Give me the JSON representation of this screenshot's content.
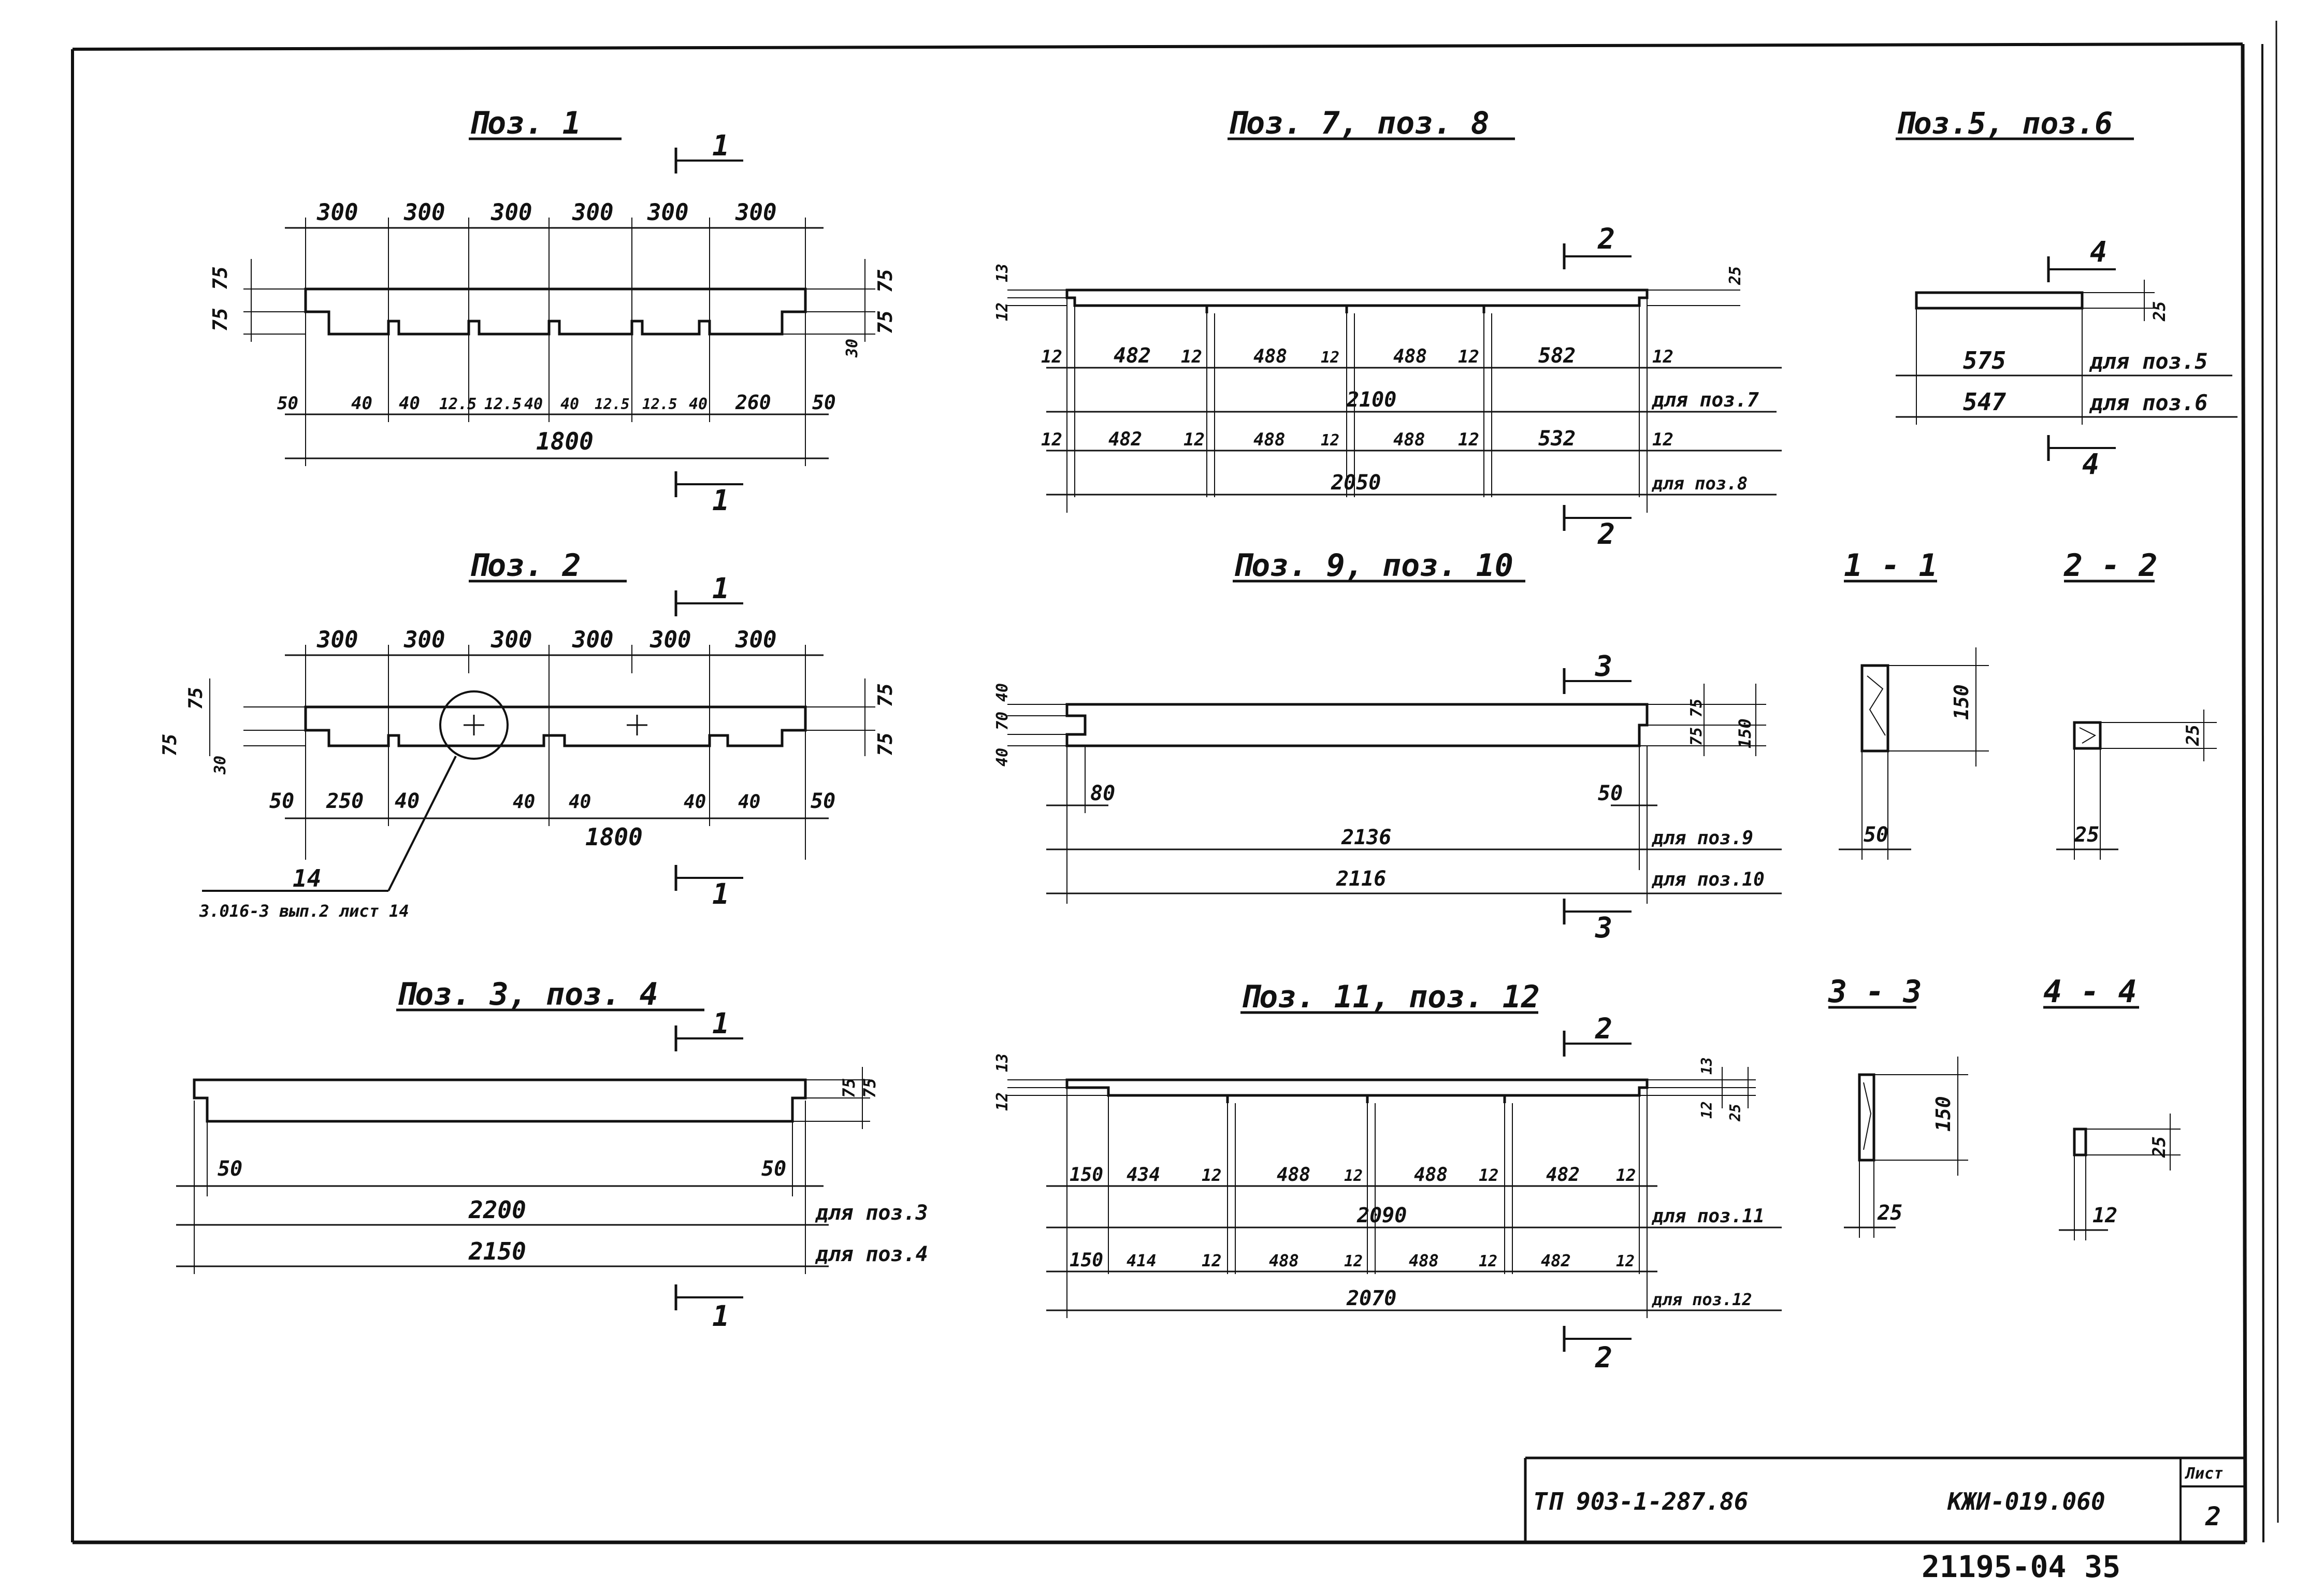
{
  "sheet": {
    "doc_code": "ТП 903-1-287.86",
    "sheet_code": "КЖИ-019.060",
    "sheet_label": "Лист",
    "sheet_number": "2",
    "stamp": "21195-04 35"
  },
  "views": {
    "p1": {
      "title": "Поз. 1",
      "top_dims": [
        "300",
        "300",
        "300",
        "300",
        "300",
        "300"
      ],
      "bottom_dims": [
        "50",
        "40",
        "40",
        "12.5",
        "12.5",
        "40",
        "40",
        "12.5",
        "12.5",
        "40",
        "260",
        "50"
      ],
      "left_dims": [
        "75",
        "75"
      ],
      "right_dims": [
        "75",
        "75",
        "30"
      ],
      "total": "1800",
      "section_mark": "1"
    },
    "p2": {
      "title": "Поз. 2",
      "top_dims": [
        "300",
        "300",
        "300",
        "300",
        "300",
        "300"
      ],
      "bottom_dims": [
        "50",
        "250",
        "40",
        "40",
        "40",
        "40",
        "40",
        "50"
      ],
      "left_dims": [
        "75",
        "75",
        "30"
      ],
      "right_dims": [
        "75",
        "75"
      ],
      "total": "1800",
      "callout_num": "14",
      "callout_ref": "3.016-3 вып.2 лист 14",
      "section_mark": "1"
    },
    "p34": {
      "title": "Поз. 3, поз. 4",
      "side_dims": [
        "75",
        "75"
      ],
      "bottom_dims": [
        "50",
        "50"
      ],
      "total_a": "2200",
      "total_a_note": "для поз.3",
      "total_b": "2150",
      "total_b_note": "для поз.4",
      "section_mark": "1"
    },
    "p78": {
      "title": "Поз. 7, поз. 8",
      "left_dims": [
        "13",
        "12"
      ],
      "right_dim": "25",
      "row_a": [
        "12",
        "482",
        "12",
        "488",
        "12",
        "488",
        "12",
        "582",
        "12"
      ],
      "total_a": "2100",
      "total_a_note": "для поз.7",
      "row_b": [
        "12",
        "482",
        "12",
        "488",
        "12",
        "488",
        "12",
        "532",
        "12"
      ],
      "total_b": "2050",
      "total_b_note": "для поз.8",
      "section_mark": "2"
    },
    "p910": {
      "title": "Поз. 9, поз. 10",
      "left_dims": [
        "40",
        "70",
        "40"
      ],
      "right_dims": [
        "75",
        "75",
        "150"
      ],
      "small_left": "80",
      "small_right": "50",
      "total_a": "2136",
      "total_a_note": "для поз.9",
      "total_b": "2116",
      "total_b_note": "для поз.10",
      "section_mark": "3"
    },
    "p1112": {
      "title": "Поз. 11, поз. 12",
      "left_dims": [
        "13",
        "12"
      ],
      "right_dims": [
        "13",
        "12",
        "25"
      ],
      "row_a": [
        "150",
        "434",
        "12",
        "488",
        "12",
        "488",
        "12",
        "482",
        "12"
      ],
      "total_a": "2090",
      "total_a_note": "для поз.11",
      "row_b": [
        "150",
        "414",
        "12",
        "488",
        "12",
        "488",
        "12",
        "482",
        "12"
      ],
      "total_b": "2070",
      "total_b_note": "для поз.12",
      "section_mark": "2"
    },
    "p56": {
      "title": "Поз.5, поз.6",
      "side_dim": "25",
      "total_a": "575",
      "total_a_note": "для поз.5",
      "total_b": "547",
      "total_b_note": "для поз.6",
      "section_mark": "4"
    }
  },
  "sections": {
    "s11": {
      "title": "1 - 1",
      "height": "150",
      "width": "50"
    },
    "s22": {
      "title": "2 - 2",
      "height": "25",
      "width": "25"
    },
    "s33": {
      "title": "3 - 3",
      "height": "150",
      "width": "25"
    },
    "s44": {
      "title": "4 - 4",
      "height": "25",
      "width": "12"
    }
  }
}
